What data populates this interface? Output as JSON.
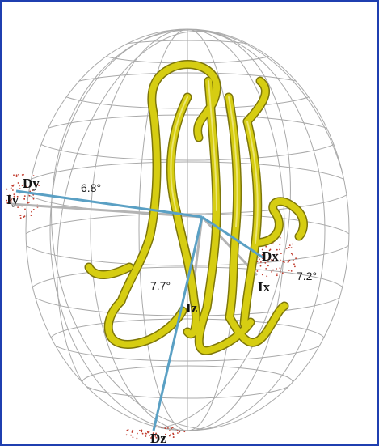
{
  "figure": {
    "frame_color": "#1f3fb0",
    "sphere_color": "#a9a9a9",
    "ribbon_color": "#d6cd12",
    "ribbon_edge": "#7d760a",
    "diffusion_axis_color": "#5aa0c4",
    "inertia_axis_color": "#b4b4b4",
    "point_cloud_color": "#c0392b"
  },
  "labels": {
    "dx": "Dx",
    "dy": "Dy",
    "dz": "Dz",
    "ix": "Ix",
    "iy": "Iy",
    "iz": "Iz"
  },
  "angles": {
    "y": "6.8°",
    "x": "7.2°",
    "z": "7.7°"
  }
}
